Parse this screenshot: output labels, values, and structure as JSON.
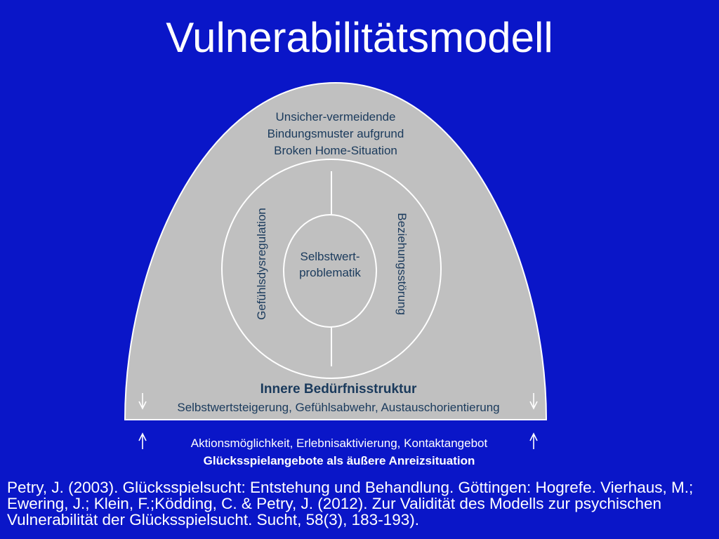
{
  "title": "Vulnerabilitätsmodell",
  "diagram": {
    "outer_text": [
      "Unsicher-vermeidende",
      "Bindungsmuster aufgrund",
      "Broken Home-Situation"
    ],
    "left_ring_label": "Gefühlsdysregulation",
    "right_ring_label": "Beziehungsstörung",
    "center_text": [
      "Selbstwert-",
      "problematik"
    ],
    "inner_needs_title": "Innere Bedürfnisstruktur",
    "inner_needs_detail": "Selbstwertsteigerung, Gefühlsabwehr, Austauschorientierung",
    "external_line1": "Aktionsmöglichkeit, Erlebnisaktivierung, Kontaktangebot",
    "external_line2": "Glücksspielangebote als äußere Anreizsituation"
  },
  "citation": [
    "Petry, J. (2003). Glücksspielsucht: Entstehung und Behandlung. Göttingen: Hogrefe.   Vierhaus, M.;",
    "Ewering, J.; Klein, F.;Ködding, C. & Petry, J. (2012). Zur Validität des Modells zur psychischen",
    "Vulnerabilität der Glücksspielsucht. Sucht, 58(3), 183-193)."
  ],
  "colors": {
    "background": "#0a16c8",
    "dome": "#c0c0c0",
    "dark_text": "#1a3a5c",
    "white": "#ffffff"
  }
}
